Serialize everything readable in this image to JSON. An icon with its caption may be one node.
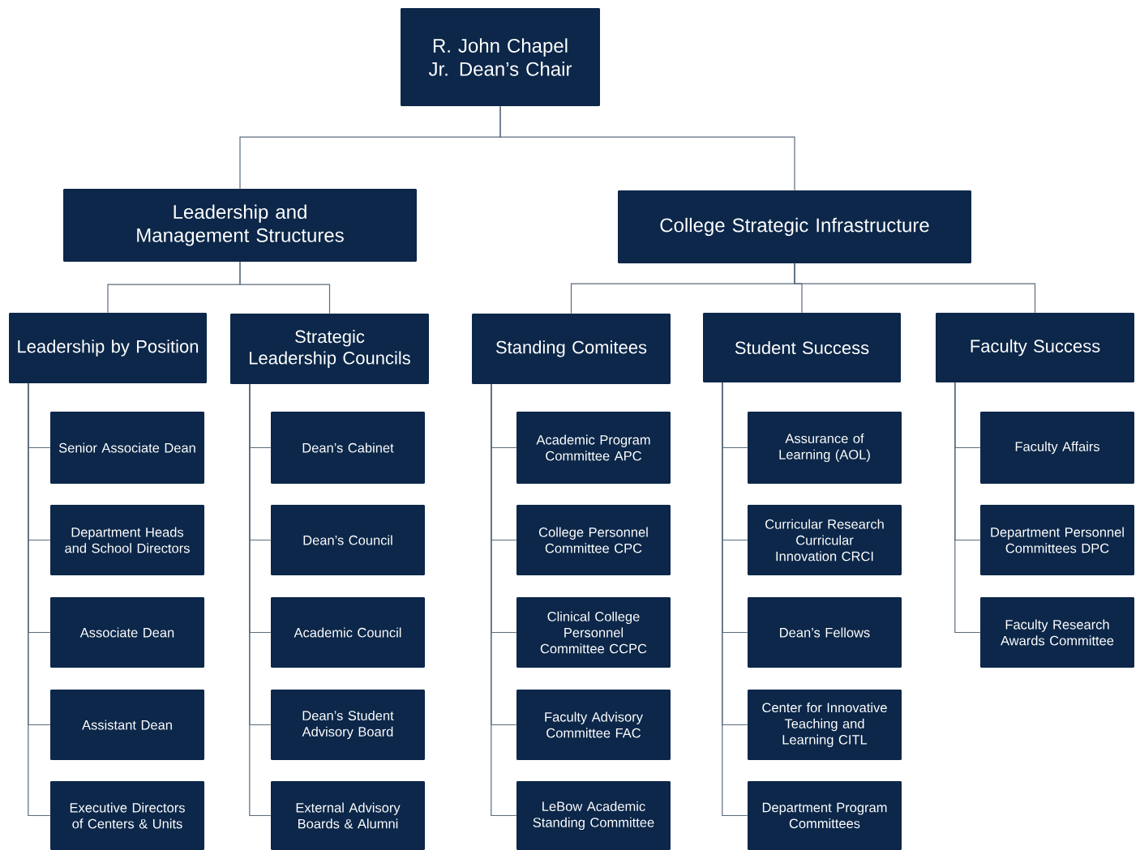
{
  "diagram": {
    "nodes": [
      {
        "text": [
          "R. John Chapel Jr. Dean’s Chair"
        ]
      },
      {
        "text": [
          "Leadership and Management Structures"
        ]
      },
      {
        "text": [
          "College Strategic Infrastructure"
        ]
      },
      {
        "text": [
          "Leadership by Position"
        ]
      },
      {
        "text": [
          "Strategic Leadership Councils"
        ]
      },
      {
        "text": [
          "Standing Comitees"
        ]
      },
      {
        "text": [
          "Student Success"
        ]
      },
      {
        "text": [
          "Faculty Success"
        ]
      },
      {
        "text": [
          "Senior Associate Dean"
        ]
      },
      {
        "text": [
          "Department Heads and School Directors"
        ]
      },
      {
        "text": [
          "Associate Dean"
        ]
      },
      {
        "text": [
          "Assistant Dean"
        ]
      },
      {
        "text": [
          "Executive Directors of Centers & Units"
        ]
      },
      {
        "text": [
          "Dean’s Cabinet"
        ]
      },
      {
        "text": [
          "Dean’s Council"
        ]
      },
      {
        "text": [
          "Academic Council"
        ]
      },
      {
        "text": [
          "Dean’s Student Advisory Board"
        ]
      },
      {
        "text": [
          "External Advisory Boards & Alumni"
        ]
      },
      {
        "text": [
          "Academic Program Committee APC"
        ]
      },
      {
        "text": [
          "College Personnel Committee CPC"
        ]
      },
      {
        "text": [
          "Clinical College Personnel Committee CCPC"
        ]
      },
      {
        "text": [
          "Faculty Advisory Committee FAC"
        ]
      },
      {
        "text": [
          "LeBow Academic Standing Committee"
        ]
      },
      {
        "text": [
          "Assurance of Learning (AOL)"
        ]
      },
      {
        "text": [
          "Curricular Research Curricular Innovation CRCI"
        ]
      },
      {
        "text": [
          "Dean’s Fellows"
        ]
      },
      {
        "text": [
          "Center for Innovative Teaching and Learning CITL"
        ]
      },
      {
        "text": [
          "Department Program Committees"
        ]
      },
      {
        "text": [
          "Faculty Affairs"
        ]
      },
      {
        "text": [
          "Department Personnel Committees DPC"
        ]
      },
      {
        "text": [
          "Faculty Research Awards Committee"
        ]
      }
    ],
    "edges": [
      {
        "from": 0,
        "to": 1,
        "arrow": "none"
      },
      {
        "from": 0,
        "to": 2,
        "arrow": "none"
      },
      {
        "from": 1,
        "to": 3,
        "arrow": "none"
      },
      {
        "from": 1,
        "to": 4,
        "arrow": "none"
      },
      {
        "from": 2,
        "to": 5,
        "arrow": "none"
      },
      {
        "from": 2,
        "to": 6,
        "arrow": "none"
      },
      {
        "from": 2,
        "to": 7,
        "arrow": "none"
      },
      {
        "from": 3,
        "to": 8,
        "arrow": "none"
      },
      {
        "from": 3,
        "to": 9,
        "arrow": "none"
      },
      {
        "from": 3,
        "to": 10,
        "arrow": "none"
      },
      {
        "from": 3,
        "to": 11,
        "arrow": "none"
      },
      {
        "from": 3,
        "to": 12,
        "arrow": "none"
      },
      {
        "from": 4,
        "to": 13,
        "arrow": "none"
      },
      {
        "from": 4,
        "to": 14,
        "arrow": "none"
      },
      {
        "from": 4,
        "to": 15,
        "arrow": "none"
      },
      {
        "from": 4,
        "to": 16,
        "arrow": "none"
      },
      {
        "from": 4,
        "to": 17,
        "arrow": "none"
      },
      {
        "from": 5,
        "to": 18,
        "arrow": "none"
      },
      {
        "from": 5,
        "to": 19,
        "arrow": "none"
      },
      {
        "from": 5,
        "to": 20,
        "arrow": "none"
      },
      {
        "from": 5,
        "to": 21,
        "arrow": "none"
      },
      {
        "from": 5,
        "to": 22,
        "arrow": "none"
      },
      {
        "from": 6,
        "to": 23,
        "arrow": "none"
      },
      {
        "from": 6,
        "to": 24,
        "arrow": "none"
      },
      {
        "from": 6,
        "to": 25,
        "arrow": "none"
      },
      {
        "from": 6,
        "to": 26,
        "arrow": "none"
      },
      {
        "from": 6,
        "to": 27,
        "arrow": "none"
      },
      {
        "from": 7,
        "to": 28,
        "arrow": "none"
      },
      {
        "from": 7,
        "to": 29,
        "arrow": "none"
      },
      {
        "from": 7,
        "to": 30,
        "arrow": "none"
      }
    ]
  }
}
